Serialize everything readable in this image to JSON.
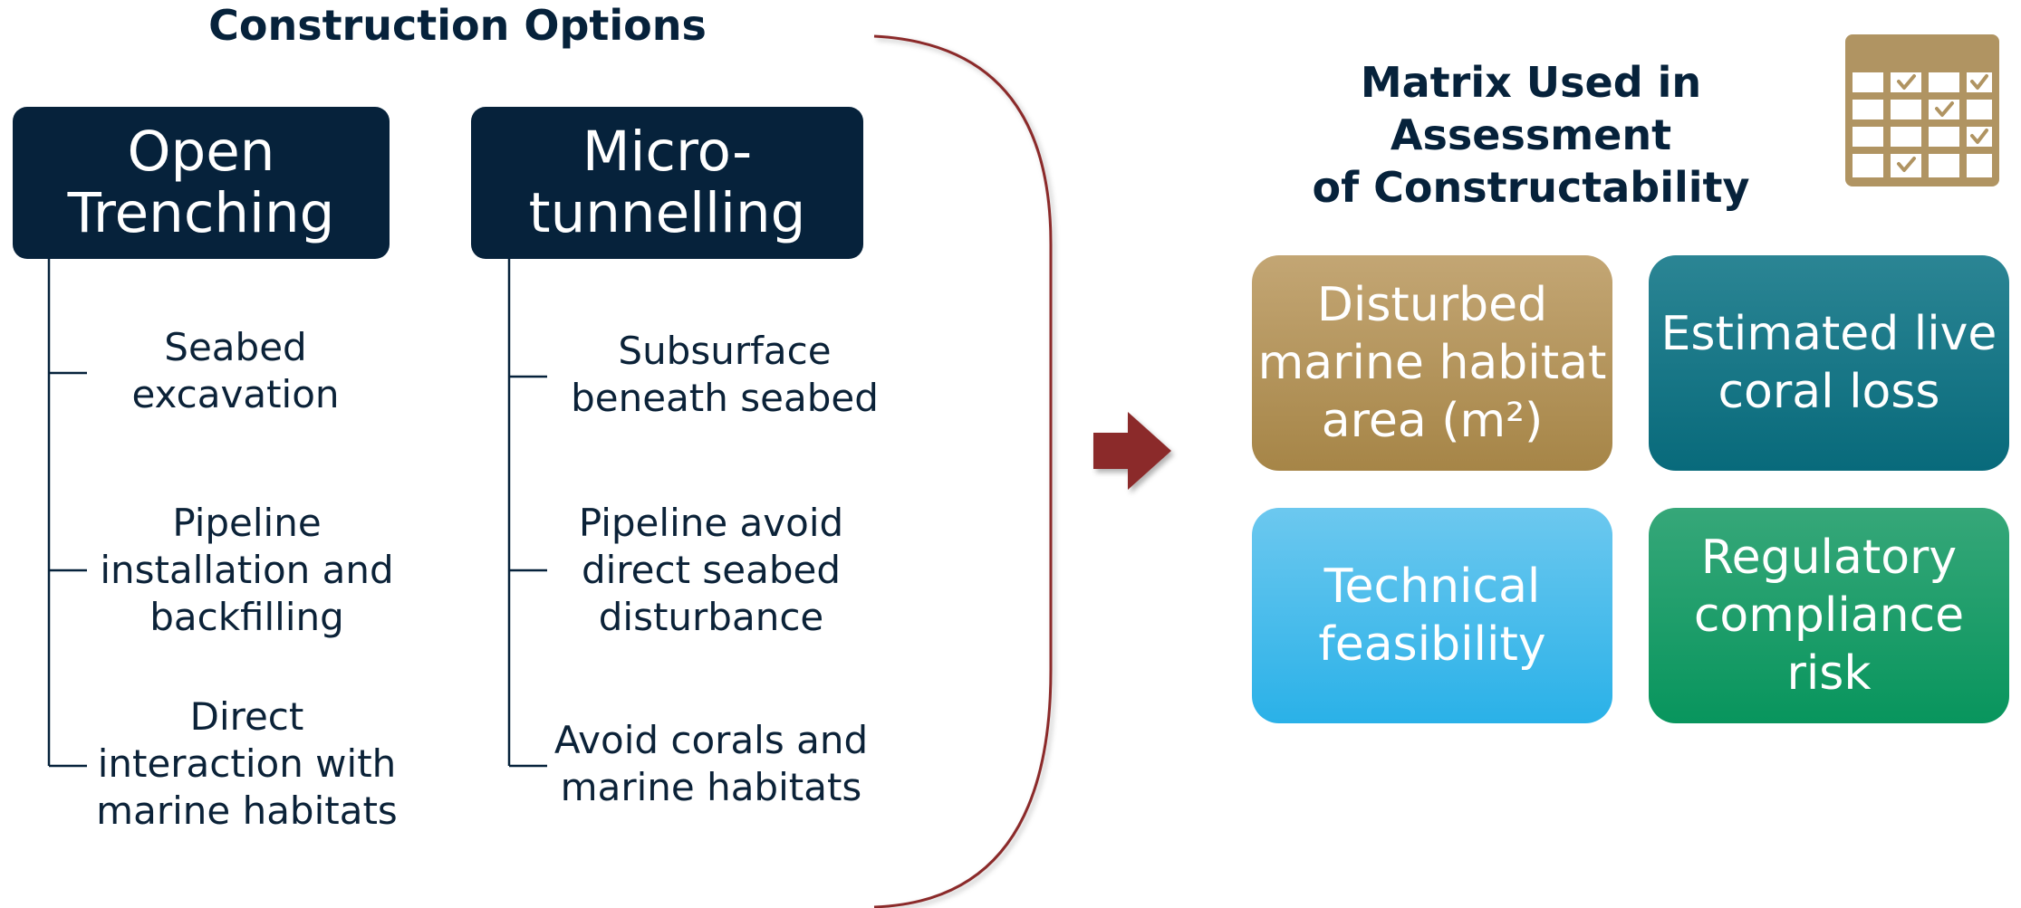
{
  "options_title": "Construction Options",
  "options": [
    {
      "label": "Open\nTrenching",
      "items": [
        "Seabed\nexcavation",
        "Pipeline\ninstallation and\nbackfilling",
        "Direct\ninteraction with\nmarine habitats"
      ]
    },
    {
      "label": "Micro-\ntunnelling",
      "items": [
        "Subsurface\nbeneath seabed",
        "Pipeline avoid\ndirect seabed\ndisturbance",
        "Avoid corals and\nmarine habitats"
      ]
    }
  ],
  "matrix_title": "Matrix Used in Assessment\nof Constructability",
  "criteria": [
    "Disturbed\nmarine habitat\narea (m²)",
    "Estimated live\ncoral loss",
    "Technical\nfeasibility",
    "Regulatory\ncompliance\nrisk"
  ],
  "colors": {
    "navy": "#06223b",
    "bracket": "#8b2b2b",
    "arrow": "#8b2b2b",
    "tan": "#b8995e",
    "teal": "#0e7080",
    "sky": "#3fbbea",
    "green": "#16996a",
    "matrix_icon": "#b09462"
  },
  "icons": [
    "calendar-matrix-icon",
    "right-arrow-icon"
  ]
}
